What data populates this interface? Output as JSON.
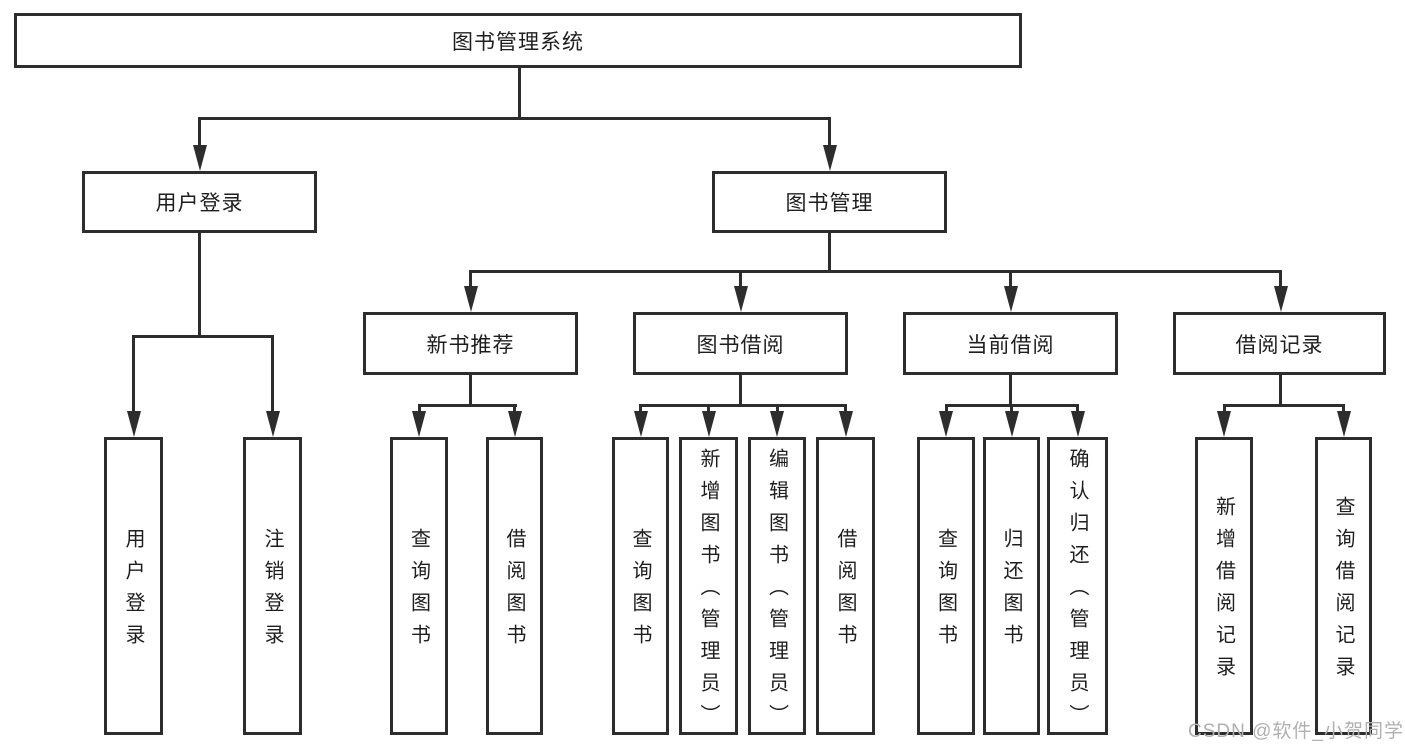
{
  "diagram_type": "hierarchy-tree",
  "tree": {
    "root": {
      "label": "图书管理系统",
      "children": [
        {
          "label": "用户登录",
          "children": [
            {
              "label": "用户登录"
            },
            {
              "label": "注销登录"
            }
          ]
        },
        {
          "label": "图书管理",
          "children": [
            {
              "label": "新书推荐",
              "children": [
                {
                  "label": "查询图书"
                },
                {
                  "label": "借阅图书"
                }
              ]
            },
            {
              "label": "图书借阅",
              "children": [
                {
                  "label": "查询图书"
                },
                {
                  "label": "新增图书（管理员）"
                },
                {
                  "label": "编辑图书（管理员）"
                },
                {
                  "label": "借阅图书"
                }
              ]
            },
            {
              "label": "当前借阅",
              "children": [
                {
                  "label": "查询图书"
                },
                {
                  "label": "归还图书"
                },
                {
                  "label": "确认归还（管理员）"
                }
              ]
            },
            {
              "label": "借阅记录",
              "children": [
                {
                  "label": "新增借阅记录"
                },
                {
                  "label": "查询借阅记录"
                }
              ]
            }
          ]
        }
      ]
    }
  },
  "watermark": {
    "text": "CSDN @软件_小贺同学"
  },
  "colors": {
    "line": "#2d2d2d",
    "text": "#1e1e1e",
    "watermark": "#b0b0b0",
    "background": "#ffffff"
  }
}
